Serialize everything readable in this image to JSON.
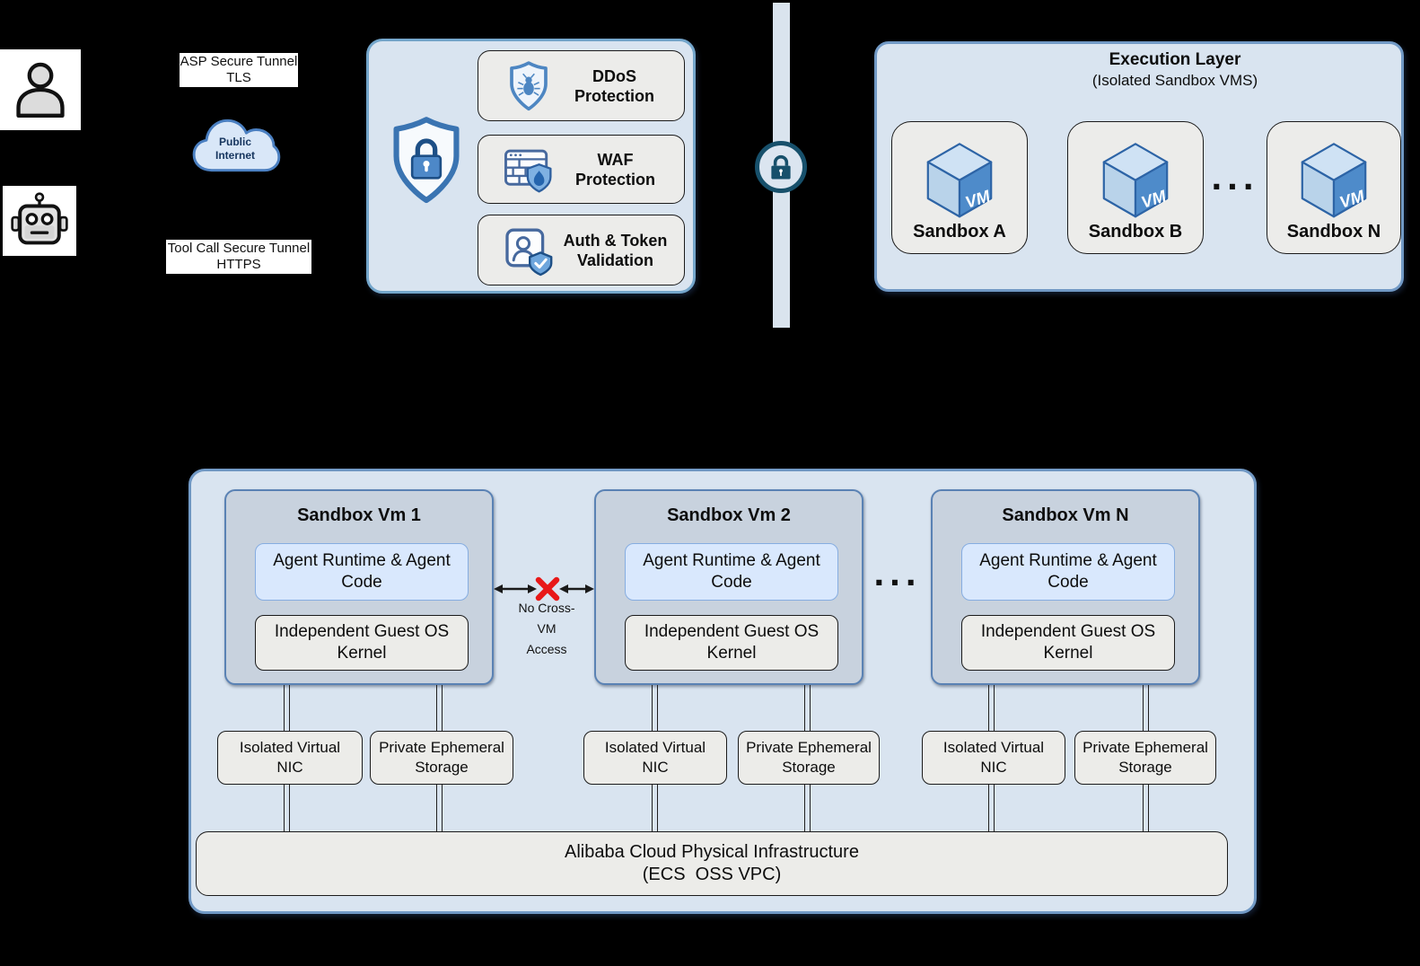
{
  "page": {
    "background": "#000000"
  },
  "actors": {
    "user": {
      "icon": "user-icon"
    },
    "agent": {
      "icon": "robot-icon"
    }
  },
  "tunnels": {
    "asp": {
      "line1": "ASP Secure Tunnel",
      "line2": "TLS"
    },
    "tool": {
      "line1": "Tool Call Secure Tunnel",
      "line2": "HTTPS"
    }
  },
  "cloud": {
    "icon": "cloud-icon",
    "line1": "Public",
    "line2": "Internet"
  },
  "gateway": {
    "shield_icon": "shield-lock-icon",
    "items": [
      {
        "icon": "ddos-shield-bug-icon",
        "line1": "DDoS",
        "line2": "Protection"
      },
      {
        "icon": "waf-firewall-shield-icon",
        "line1": "WAF",
        "line2": "Protection"
      },
      {
        "icon": "auth-id-shield-icon",
        "line1": "Auth & Token",
        "line2": "Validation"
      }
    ]
  },
  "secure_link": {
    "lock_icon": "lock-icon"
  },
  "execution_layer": {
    "title": "Execution Layer",
    "subtitle": "(Isolated Sandbox VMS)",
    "vm_badge": "VM",
    "ellipsis": "...",
    "sandboxes": [
      {
        "icon": "vm-cube-icon",
        "label": "Sandbox A"
      },
      {
        "icon": "vm-cube-icon",
        "label": "Sandbox B"
      },
      {
        "icon": "vm-cube-icon",
        "label": "Sandbox N"
      }
    ]
  },
  "vm_layer": {
    "vms": [
      {
        "title": "Sandbox Vm 1",
        "agent_line1": "Agent Runtime & Agent",
        "agent_line2": "Code",
        "kernel_line1": "Independent Guest OS",
        "kernel_line2": "Kernel",
        "nic_line1": "Isolated Virtual",
        "nic_line2": "NIC",
        "storage_line1": "Private Ephemeral",
        "storage_line2": "Storage"
      },
      {
        "title": "Sandbox Vm 2",
        "agent_line1": "Agent Runtime & Agent",
        "agent_line2": "Code",
        "kernel_line1": "Independent Guest OS",
        "kernel_line2": "Kernel",
        "nic_line1": "Isolated Virtual",
        "nic_line2": "NIC",
        "storage_line1": "Private Ephemeral",
        "storage_line2": "Storage"
      },
      {
        "title": "Sandbox Vm N",
        "agent_line1": "Agent Runtime & Agent",
        "agent_line2": "Code",
        "kernel_line1": "Independent Guest OS",
        "kernel_line2": "Kernel",
        "nic_line1": "Isolated Virtual",
        "nic_line2": "NIC",
        "storage_line1": "Private Ephemeral",
        "storage_line2": "Storage"
      }
    ],
    "no_cross": {
      "line1": "No Cross-",
      "line2": "VM",
      "line3": "Access"
    },
    "ellipsis": "...",
    "infrastructure": {
      "line1": "Alibaba Cloud Physical Infrastructure",
      "line2": "(ECS  OSS VPC)"
    }
  },
  "colors": {
    "container_fill": "#d9e4f0",
    "container_border": "#7199c5",
    "vm_group_fill": "#c8d2de",
    "vm_group_border": "#5a82b4",
    "agent_fill": "#d9e8fd",
    "agent_border": "#86ade1",
    "panel_fill": "#ececea",
    "panel_border": "#1b1b1b",
    "accent_blue": "#4d88c8",
    "lock_teal": "#17506b",
    "cross_red": "#e81818"
  }
}
